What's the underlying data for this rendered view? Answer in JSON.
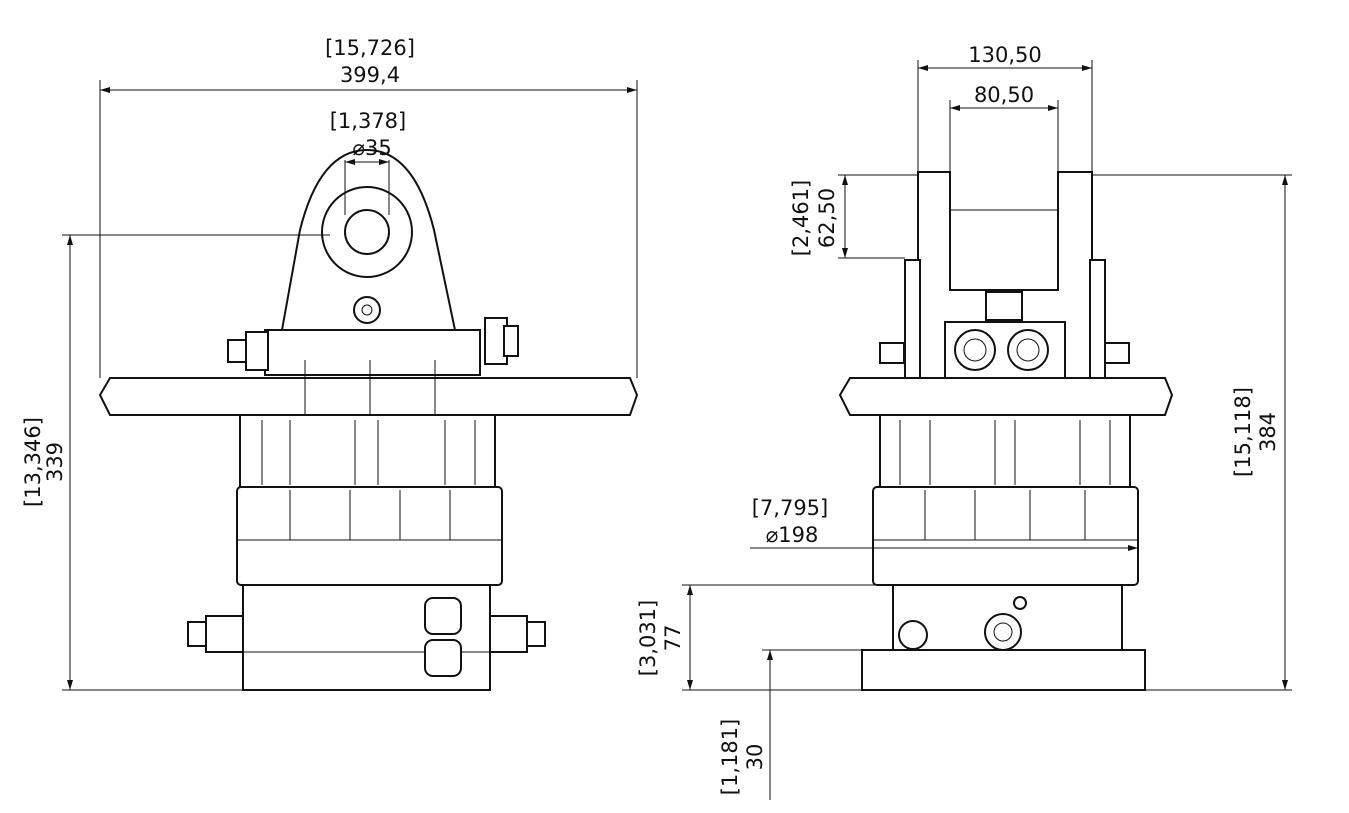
{
  "drawing": {
    "front_view": {
      "overall_width": {
        "inch": "[15,726]",
        "mm": "399,4"
      },
      "pin_diameter": {
        "inch": "[1,378]",
        "mm": "⌀35"
      },
      "pin_height": {
        "inch": "[13,346]",
        "mm": "339"
      }
    },
    "side_view": {
      "yoke_outer_width": {
        "mm": "130,50"
      },
      "yoke_inner_width": {
        "mm": "80,50"
      },
      "yoke_depth": {
        "inch": "[2,461]",
        "mm": "62,50"
      },
      "overall_height": {
        "inch": "[15,118]",
        "mm": "384"
      },
      "body_diameter": {
        "inch": "[7,795]",
        "mm": "⌀198"
      },
      "base_height": {
        "inch": "[3,031]",
        "mm": "77"
      },
      "flange_height": {
        "inch": "[1,181]",
        "mm": "30"
      }
    }
  }
}
